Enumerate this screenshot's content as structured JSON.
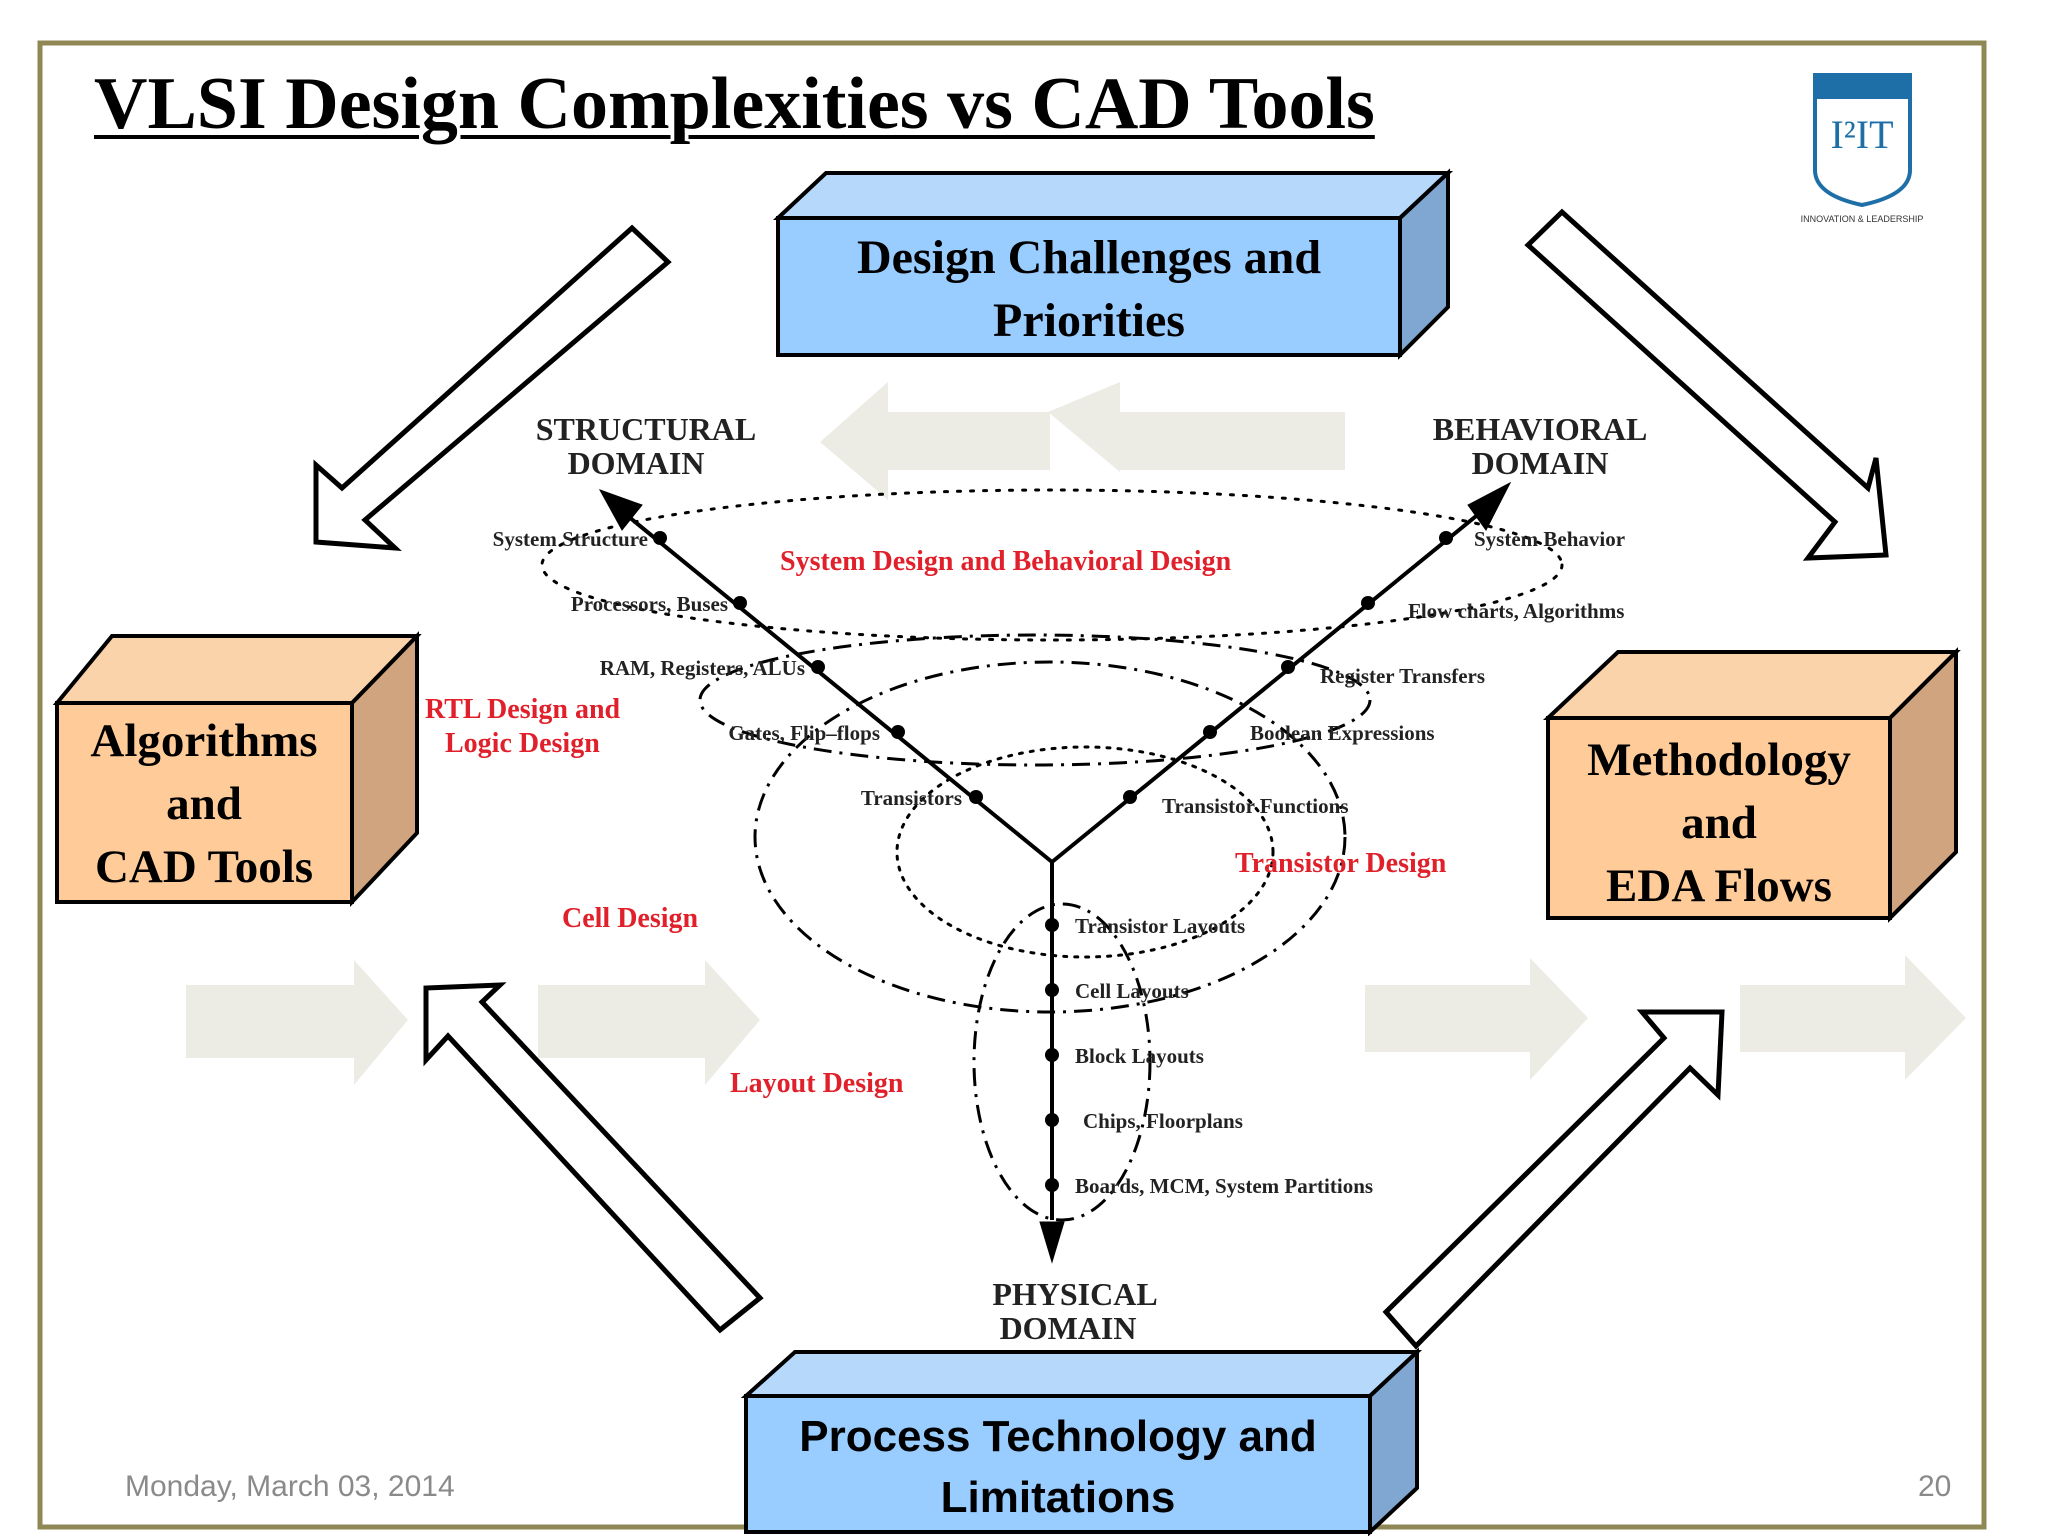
{
  "slide": {
    "title": "VLSI Design Complexities vs CAD Tools",
    "date": "Monday, March 03, 2014",
    "page_number": "20"
  },
  "logo": {
    "text": "I²IT",
    "motto": "INNOVATION & LEADERSHIP"
  },
  "boxes": {
    "design_challenges": "Design Challenges and Priorities",
    "algorithms": "Algorithms and CAD Tools",
    "methodology": "Methodology and EDA Flows",
    "process_technology": "Process Technology and Limitations"
  },
  "domains": {
    "structural": [
      "STRUCTURAL",
      "DOMAIN"
    ],
    "behavioral": [
      "BEHAVIORAL",
      "DOMAIN"
    ],
    "physical": [
      "PHYSICAL",
      "DOMAIN"
    ]
  },
  "structural_levels": [
    "System Structure",
    "Processors, Buses",
    "RAM, Registers, ALUs",
    "Gates, Flip–flops",
    "Transistors"
  ],
  "behavioral_levels": [
    "System Behavior",
    "Flow charts, Algorithms",
    "Register Transfers",
    "Boolean Expressions",
    "Transistor Functions"
  ],
  "physical_levels": [
    "Transistor Layouts",
    "Cell Layouts",
    "Block Layouts",
    "Chips, Floorplans",
    "Boards, MCM, System Partitions"
  ],
  "design_regions": {
    "system": "System Design and Behavioral Design",
    "rtl": [
      "RTL Design and",
      "Logic Design"
    ],
    "transistor": "Transistor Design",
    "cell": "Cell Design",
    "layout": "Layout Design"
  },
  "colors": {
    "blue_box": "#99ccff",
    "blue_side": "#7fa7d1",
    "orange_box": "#ffcc99",
    "orange_side": "#cfa47e",
    "region_red": "#e0202a",
    "frame": "#8f8754",
    "faint_arrow": "#ecece4"
  }
}
